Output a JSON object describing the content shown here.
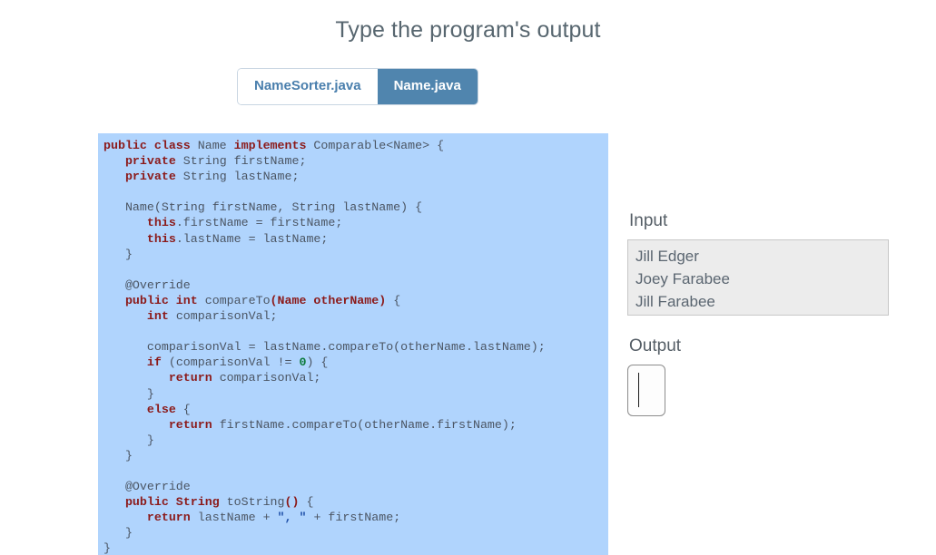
{
  "page": {
    "title": "Type the program's output"
  },
  "tabs": [
    {
      "label": "NameSorter.java",
      "active": false
    },
    {
      "label": "Name.java",
      "active": true
    }
  ],
  "code": {
    "language": "java",
    "filename": "Name.java",
    "background_color": "#b0d4fd",
    "keyword_color": "#8b1a1a",
    "number_color": "#0b7a3b",
    "string_color": "#1d4fa8",
    "plain_color": "#4b5563",
    "lines": [
      [
        {
          "t": "public class",
          "c": "k"
        },
        {
          "t": " Name ",
          "c": "pln"
        },
        {
          "t": "implements",
          "c": "k"
        },
        {
          "t": " Comparable<Name> {",
          "c": "pln"
        }
      ],
      [
        {
          "t": "   ",
          "c": "pln"
        },
        {
          "t": "private",
          "c": "k"
        },
        {
          "t": " String firstName;",
          "c": "pln"
        }
      ],
      [
        {
          "t": "   ",
          "c": "pln"
        },
        {
          "t": "private",
          "c": "k"
        },
        {
          "t": " String lastName;",
          "c": "pln"
        }
      ],
      [
        {
          "t": "",
          "c": "pln"
        }
      ],
      [
        {
          "t": "   Name(String firstName, String lastName) {",
          "c": "pln"
        }
      ],
      [
        {
          "t": "      ",
          "c": "pln"
        },
        {
          "t": "this",
          "c": "k"
        },
        {
          "t": ".firstName = firstName;",
          "c": "pln"
        }
      ],
      [
        {
          "t": "      ",
          "c": "pln"
        },
        {
          "t": "this",
          "c": "k"
        },
        {
          "t": ".lastName = lastName;",
          "c": "pln"
        }
      ],
      [
        {
          "t": "   }",
          "c": "pln"
        }
      ],
      [
        {
          "t": "",
          "c": "pln"
        }
      ],
      [
        {
          "t": "   @Override",
          "c": "pln"
        }
      ],
      [
        {
          "t": "   ",
          "c": "pln"
        },
        {
          "t": "public int",
          "c": "k"
        },
        {
          "t": " compareTo",
          "c": "pln"
        },
        {
          "t": "(Name otherName)",
          "c": "k"
        },
        {
          "t": " {",
          "c": "pln"
        }
      ],
      [
        {
          "t": "      ",
          "c": "pln"
        },
        {
          "t": "int",
          "c": "k"
        },
        {
          "t": " comparisonVal;",
          "c": "pln"
        }
      ],
      [
        {
          "t": "",
          "c": "pln"
        }
      ],
      [
        {
          "t": "      comparisonVal = lastName.compareTo(otherName.lastName);",
          "c": "pln"
        }
      ],
      [
        {
          "t": "      ",
          "c": "pln"
        },
        {
          "t": "if",
          "c": "k"
        },
        {
          "t": " (comparisonVal != ",
          "c": "pln"
        },
        {
          "t": "0",
          "c": "num"
        },
        {
          "t": ") {",
          "c": "pln"
        }
      ],
      [
        {
          "t": "         ",
          "c": "pln"
        },
        {
          "t": "return",
          "c": "k"
        },
        {
          "t": " comparisonVal;",
          "c": "pln"
        }
      ],
      [
        {
          "t": "      }",
          "c": "pln"
        }
      ],
      [
        {
          "t": "      ",
          "c": "pln"
        },
        {
          "t": "else",
          "c": "k"
        },
        {
          "t": " {",
          "c": "pln"
        }
      ],
      [
        {
          "t": "         ",
          "c": "pln"
        },
        {
          "t": "return",
          "c": "k"
        },
        {
          "t": " firstName.compareTo(otherName.firstName);",
          "c": "pln"
        }
      ],
      [
        {
          "t": "      }",
          "c": "pln"
        }
      ],
      [
        {
          "t": "   }",
          "c": "pln"
        }
      ],
      [
        {
          "t": "",
          "c": "pln"
        }
      ],
      [
        {
          "t": "   @Override",
          "c": "pln"
        }
      ],
      [
        {
          "t": "   ",
          "c": "pln"
        },
        {
          "t": "public String",
          "c": "k"
        },
        {
          "t": " toString",
          "c": "pln"
        },
        {
          "t": "()",
          "c": "k"
        },
        {
          "t": " {",
          "c": "pln"
        }
      ],
      [
        {
          "t": "      ",
          "c": "pln"
        },
        {
          "t": "return",
          "c": "k"
        },
        {
          "t": " lastName + ",
          "c": "pln"
        },
        {
          "t": "\", \"",
          "c": "str"
        },
        {
          "t": " + firstName;",
          "c": "pln"
        }
      ],
      [
        {
          "t": "   }",
          "c": "pln"
        }
      ],
      [
        {
          "t": "}",
          "c": "pln"
        }
      ]
    ]
  },
  "io": {
    "input_label": "Input",
    "input_lines": [
      "Jill Edger",
      "Joey Farabee",
      "Jill Farabee"
    ],
    "output_label": "Output",
    "output_value": "",
    "output_placeholder": ""
  }
}
